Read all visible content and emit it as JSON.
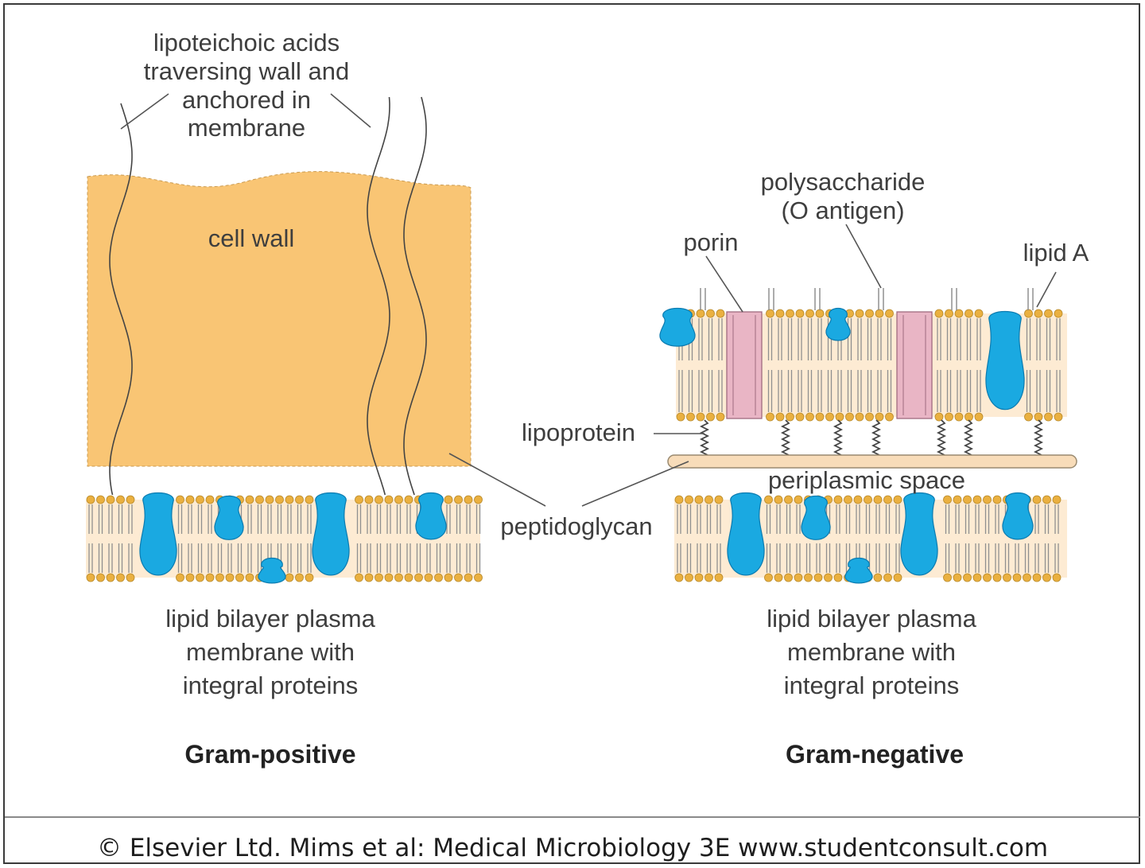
{
  "labels": {
    "lipoteichoic_line1": "lipoteichoic acids",
    "lipoteichoic_line2": "traversing wall and",
    "lipoteichoic_line3": "anchored in",
    "lipoteichoic_line4": "membrane",
    "cell_wall": "cell wall",
    "polysaccharide_line1": "polysaccharide",
    "polysaccharide_line2": "(O antigen)",
    "porin": "porin",
    "lipid_a": "lipid A",
    "lipoprotein": "lipoprotein",
    "periplasmic_space": "periplasmic space",
    "peptidoglycan": "peptidoglycan",
    "pos_membrane_line1": "lipid bilayer plasma",
    "pos_membrane_line2": "membrane with",
    "pos_membrane_line3": "integral proteins",
    "neg_membrane_line1": "lipid bilayer plasma",
    "neg_membrane_line2": "membrane with",
    "neg_membrane_line3": "integral proteins"
  },
  "titles": {
    "gram_positive": "Gram-positive",
    "gram_negative": "Gram-negative"
  },
  "footer": "© Elsevier Ltd. Mims et al: Medical Microbiology 3E www.studentconsult.com",
  "colors": {
    "cell_wall": "#f9c574",
    "membrane": "#fdebd3",
    "lipid_head": "#eab040",
    "protein": "#1aa9e1",
    "porin": "#e9b5c5",
    "peptidoglycan": "#f8dcb9"
  }
}
